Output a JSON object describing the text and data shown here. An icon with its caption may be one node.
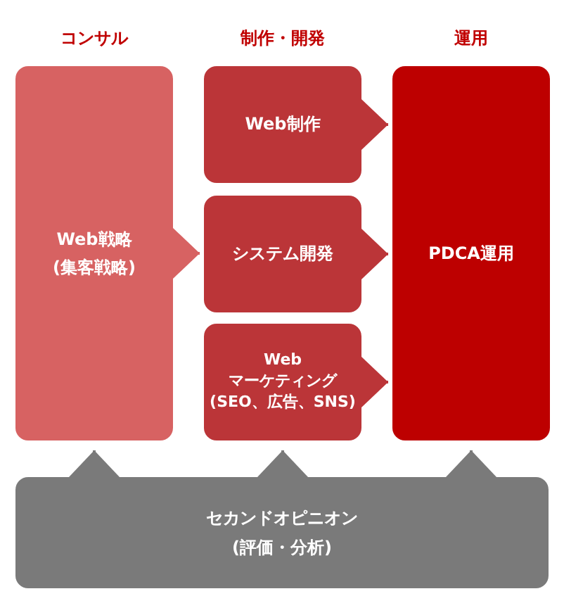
{
  "diagram": {
    "nodes": [
      {
        "text": [
          "Web戦略",
          "(集客戦略)"
        ]
      },
      {
        "text": [
          "Web制作"
        ]
      },
      {
        "text": [
          "システム開発"
        ]
      },
      {
        "text": [
          "Web",
          "マーケティング",
          "(SEO、広告、SNS)"
        ]
      },
      {
        "text": [
          "PDCA運用"
        ]
      },
      {
        "text": [
          "セカンドオピニオン",
          "(評価・分析)"
        ]
      }
    ],
    "edges": [
      {
        "from": 0,
        "to": 2,
        "arrow": "to",
        "color": "#d76262"
      },
      {
        "from": 1,
        "to": 4,
        "arrow": "to",
        "color": "#bb3538"
      },
      {
        "from": 2,
        "to": 4,
        "arrow": "to",
        "color": "#bb3538"
      },
      {
        "from": 3,
        "to": 4,
        "arrow": "to",
        "color": "#bb3538"
      },
      {
        "from": 5,
        "to": 0,
        "arrow": "to",
        "color": "#7a7a7a"
      },
      {
        "from": 5,
        "to": 3,
        "arrow": "to",
        "color": "#7a7a7a"
      },
      {
        "from": 5,
        "to": 4,
        "arrow": "to",
        "color": "#7a7a7a"
      }
    ],
    "labels": [
      "コンサル",
      "制作・開発",
      "運用"
    ]
  }
}
